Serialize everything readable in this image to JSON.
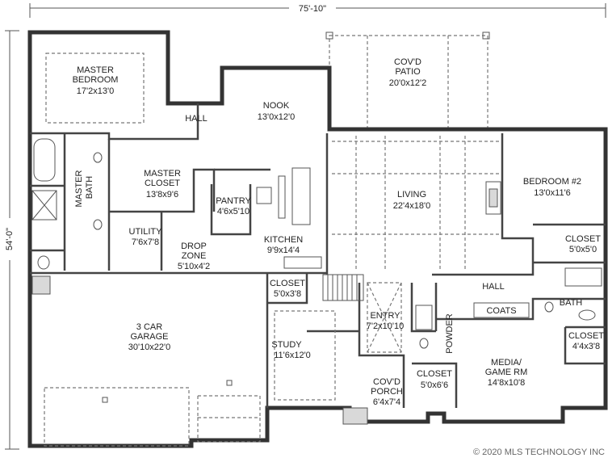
{
  "plan": {
    "overall_width": "75'-10\"",
    "overall_depth": "54'-0\"",
    "copyright": "© 2020 MLS TECHNOLOGY INC",
    "rooms": {
      "master_bedroom": {
        "name1": "MASTER",
        "name2": "BEDROOM",
        "dims": "17'2x13'0"
      },
      "hall_top": {
        "name": "HALL"
      },
      "nook": {
        "name": "NOOK",
        "dims": "13'0x12'0"
      },
      "covd_patio": {
        "name1": "COV'D",
        "name2": "PATIO",
        "dims": "20'0x12'2"
      },
      "master_bath": {
        "name1": "MASTER",
        "name2": "BATH"
      },
      "master_closet": {
        "name1": "MASTER",
        "name2": "CLOSET",
        "dims": "13'8x9'6"
      },
      "pantry": {
        "name": "PANTRY",
        "dims": "4'6x5'10"
      },
      "living": {
        "name": "LIVING",
        "dims": "22'4x18'0"
      },
      "bedroom2": {
        "name": "BEDROOM #2",
        "dims": "13'0x11'6"
      },
      "utility": {
        "name": "UTILITY",
        "dims": "7'6x7'8"
      },
      "drop_zone": {
        "name1": "DROP",
        "name2": "ZONE",
        "dims": "5'10x4'2"
      },
      "kitchen": {
        "name": "KITCHEN",
        "dims": "9'9x14'4"
      },
      "closet_bed2": {
        "name": "CLOSET",
        "dims": "5'0x5'0"
      },
      "garage": {
        "name1": "3 CAR",
        "name2": "GARAGE",
        "dims": "30'10x22'0"
      },
      "closet_study": {
        "name": "CLOSET",
        "dims": "5'0x3'8"
      },
      "entry": {
        "name": "ENTRY",
        "dims": "7'2x10'10"
      },
      "hall_right": {
        "name": "HALL"
      },
      "coats": {
        "name": "COATS"
      },
      "bath": {
        "name": "BATH"
      },
      "closet_media_right": {
        "name": "CLOSET",
        "dims": "4'4x3'8"
      },
      "powder": {
        "name": "POWDER"
      },
      "study": {
        "name": "STUDY",
        "dims": "11'6x12'0"
      },
      "media": {
        "name1": "MEDIA/",
        "name2": "GAME RM",
        "dims": "14'8x10'8"
      },
      "covd_porch": {
        "name1": "COV'D",
        "name2": "PORCH",
        "dims": "6'4x7'4"
      },
      "closet_media": {
        "name": "CLOSET",
        "dims": "5'0x6'6"
      }
    }
  }
}
